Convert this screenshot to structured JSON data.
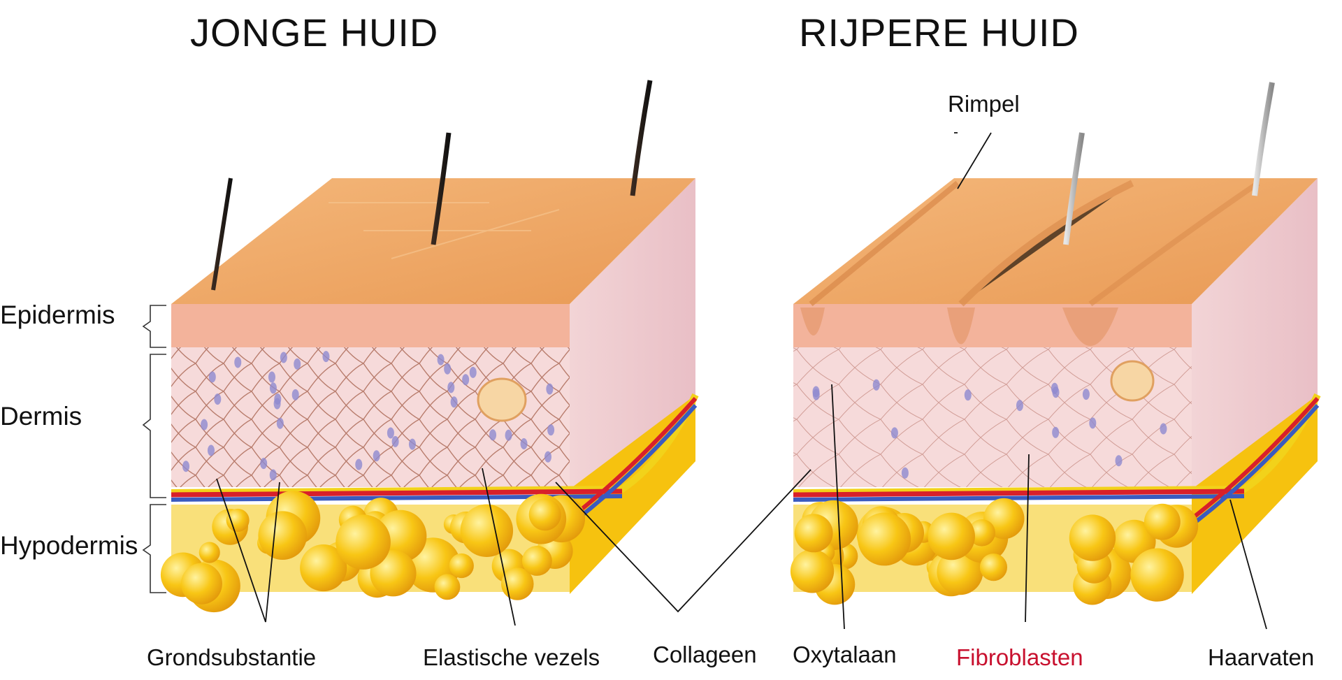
{
  "titles": {
    "young": "JONGE HUID",
    "mature": "RIJPERE HUID"
  },
  "layers": {
    "epidermis": "Epidermis",
    "dermis": "Dermis",
    "hypodermis": "Hypodermis"
  },
  "callouts": {
    "wrinkle": "Rimpel",
    "ground_substance": "Grondsubstantie",
    "elastic_fibers": "Elastische vezels",
    "collagen": "Collageen",
    "oxytalan": "Oxytalaan",
    "fibroblasts": "Fibroblasten",
    "capillaries": "Haarvaten"
  },
  "colors": {
    "skin_top": "#f0a460",
    "epidermis": "#f4b49a",
    "dermis": "#f8dcdc",
    "fat": "#f6c412",
    "fat_base": "#f9e07a",
    "collagen": "#a0523e",
    "artery": "#d8202a",
    "vein": "#3a5bc0",
    "nerve": "#f2d21a",
    "fibroblast_label": "#c8102e"
  }
}
